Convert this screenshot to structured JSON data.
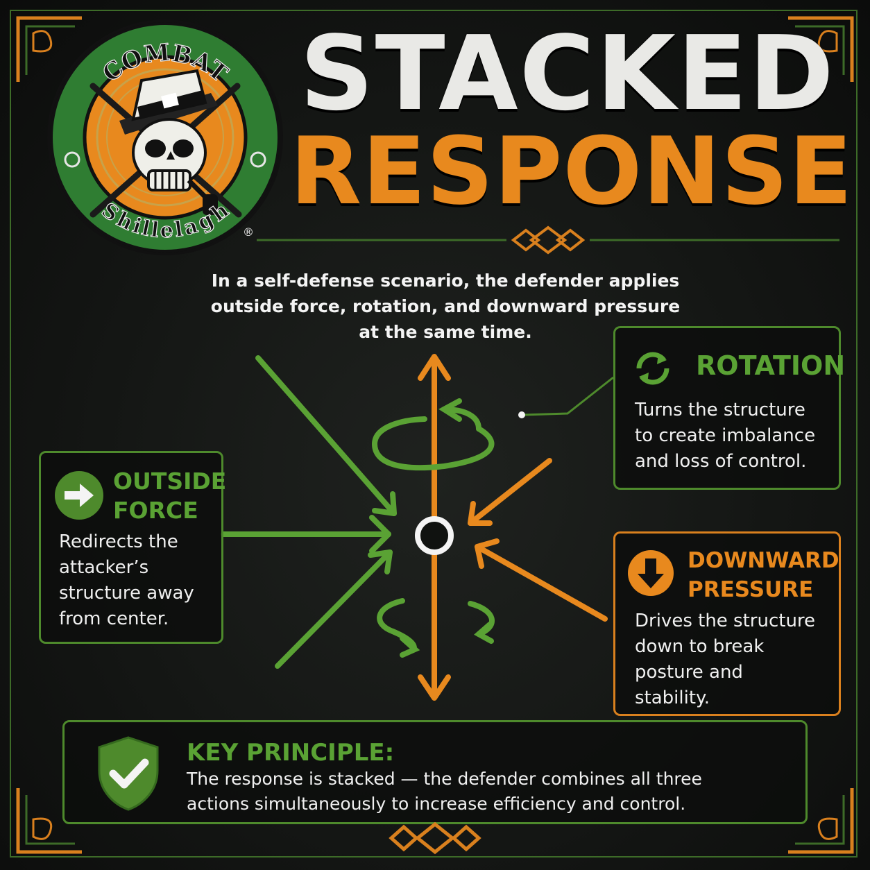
{
  "logo": {
    "top_text": "COMBAT",
    "bottom_text": "Shillelagh",
    "registered_mark": "®"
  },
  "title": {
    "line1": "STACKED",
    "line2": "RESPONSE"
  },
  "intro": [
    "In a self-defense scenario, the defender applies",
    "outside force, rotation, and downward pressure",
    "at the same time."
  ],
  "cards": {
    "rotation": {
      "heading": "ROTATION",
      "lines": [
        "Turns the structure",
        "to create imbalance",
        "and loss of control."
      ],
      "icon": "rotate-arrows-icon"
    },
    "outside_force": {
      "heading_lines": [
        "OUTSIDE",
        "FORCE"
      ],
      "lines": [
        "Redirects the",
        "attacker’s",
        "structure away",
        "from center."
      ],
      "icon": "right-arrow-icon"
    },
    "downward_pressure": {
      "heading_lines": [
        "DOWNWARD",
        "PRESSURE"
      ],
      "lines": [
        "Drives the structure",
        "down to break",
        "posture and",
        "stability."
      ],
      "icon": "down-arrow-icon"
    },
    "key_principle": {
      "heading": "KEY PRINCIPLE:",
      "lines": [
        "The response is stacked — the defender combines all three",
        "actions simultaneously to increase efficiency and control."
      ],
      "icon": "shield-check-icon"
    }
  },
  "colors": {
    "green": "#4e8a2c",
    "green_text": "#5aa234",
    "orange": "#e8891e",
    "background": "#141614",
    "title_white": "#e9e9e6"
  }
}
